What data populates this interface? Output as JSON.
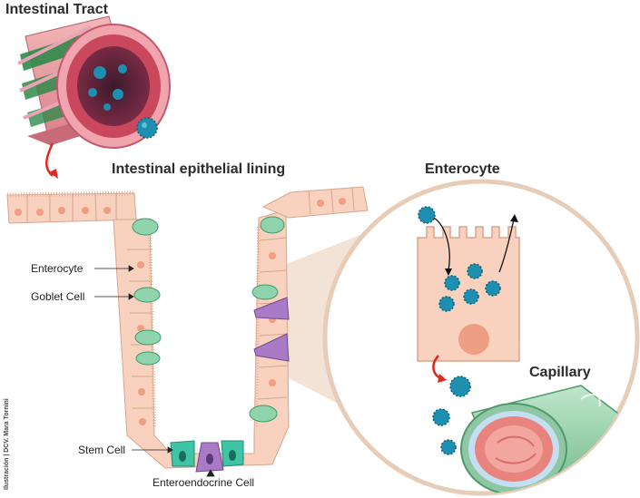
{
  "titles": {
    "intestinal_tract": "Intestinal Tract",
    "epithelial_lining": "Intestinal epithelial lining",
    "enterocyte": "Enterocyte",
    "capillary": "Capillary"
  },
  "labels": {
    "enterocyte": "Enterocyte",
    "goblet_cell": "Goblet Cell",
    "stem_cell": "Stem Cell",
    "enteroendocrine_cell": "Enteroendocrine Cell"
  },
  "credit": "Ilustración | DCV. Mara Tornini",
  "colors": {
    "epithelial_cell": "#f8d2bf",
    "nucleus": "#ee9e82",
    "goblet": "#8fd4ad",
    "stem": "#40c4a6",
    "enteroendocrine": "#a97bc6",
    "virus": "#1d8fb0",
    "arrow_red": "#e02822",
    "tract_green": "#2f8a4a",
    "capillary_green": "#9fd7b5",
    "blood": "#e8837e"
  },
  "icons": [
    "virus-icon",
    "red-arrow-icon",
    "black-arrow-icon"
  ]
}
